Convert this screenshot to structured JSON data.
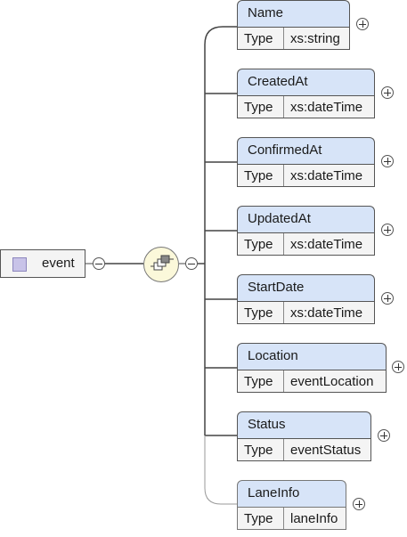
{
  "root": {
    "label": "event"
  },
  "type_key": "Type",
  "elements": [
    {
      "name": "Name",
      "type": "xs:string"
    },
    {
      "name": "CreatedAt",
      "type": "xs:dateTime"
    },
    {
      "name": "ConfirmedAt",
      "type": "xs:dateTime"
    },
    {
      "name": "UpdatedAt",
      "type": "xs:dateTime"
    },
    {
      "name": "StartDate",
      "type": "xs:dateTime"
    },
    {
      "name": "Location",
      "type": "eventLocation"
    },
    {
      "name": "Status",
      "type": "eventStatus"
    },
    {
      "name": "LaneInfo",
      "type": "laneInfo"
    }
  ]
}
